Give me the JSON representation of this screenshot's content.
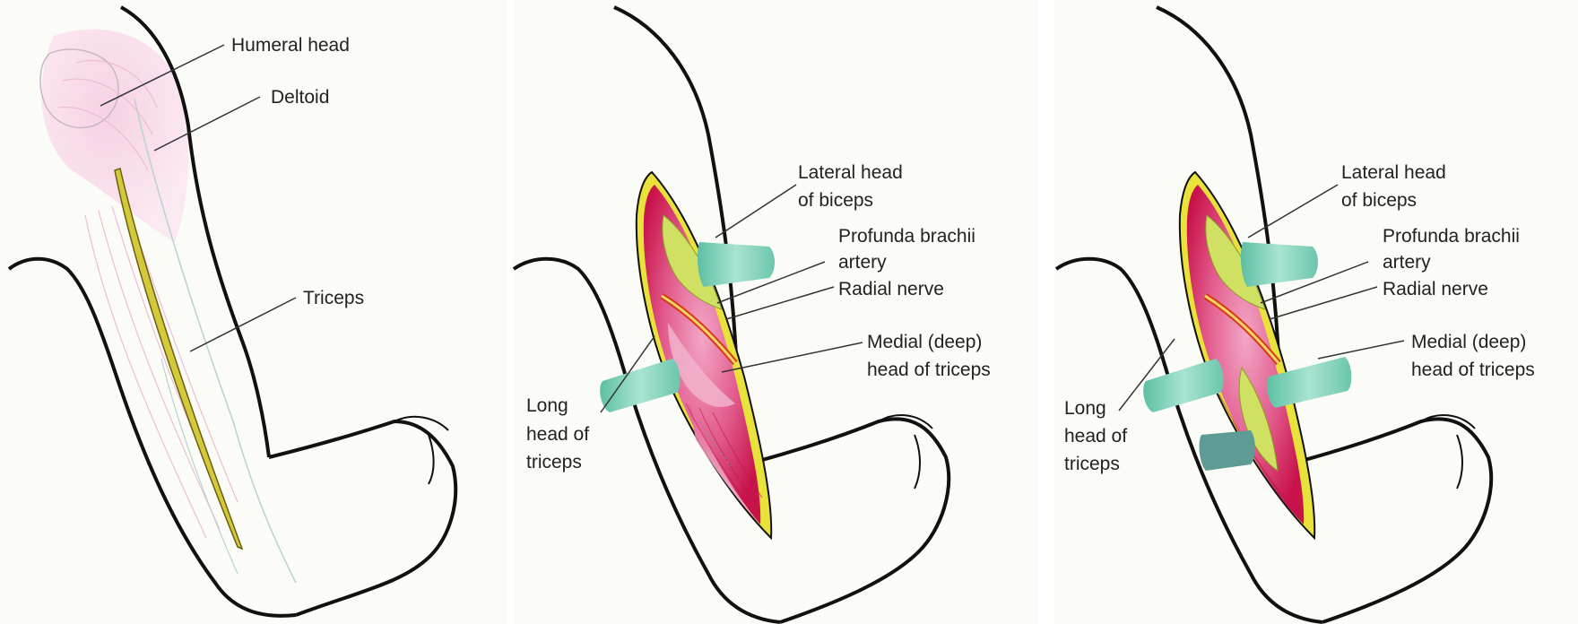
{
  "figure": {
    "panel_a": {
      "labels": {
        "humeral_head": "Humeral head",
        "deltoid": "Deltoid",
        "triceps": "Triceps"
      }
    },
    "panel_b": {
      "labels": {
        "lateral_head_biceps_1": "Lateral head",
        "lateral_head_biceps_2": "of biceps",
        "profunda_1": "Profunda brachii",
        "profunda_2": "artery",
        "radial_nerve": "Radial nerve",
        "medial_head_1": "Medial (deep)",
        "medial_head_2": "head of triceps",
        "long_head_1": "Long",
        "long_head_2": "head of",
        "long_head_3": "triceps"
      }
    },
    "panel_c": {
      "labels": {
        "lateral_head_biceps_1": "Lateral head",
        "lateral_head_biceps_2": "of biceps",
        "profunda_1": "Profunda brachii",
        "profunda_2": "artery",
        "radial_nerve": "Radial nerve",
        "medial_head_1": "Medial (deep)",
        "medial_head_2": "head of triceps",
        "long_head_1": "Long",
        "long_head_2": "head of",
        "long_head_3": "triceps"
      }
    },
    "colors": {
      "muscle_red": "#d6204f",
      "muscle_pink": "#e877a5",
      "incision_yellow": "#e8e23a",
      "nerve_yellow": "#d9c94a",
      "retractor_teal": "#7fd1b9",
      "deltoid_pink": "#f3c2dc",
      "outline": "#111111"
    }
  }
}
